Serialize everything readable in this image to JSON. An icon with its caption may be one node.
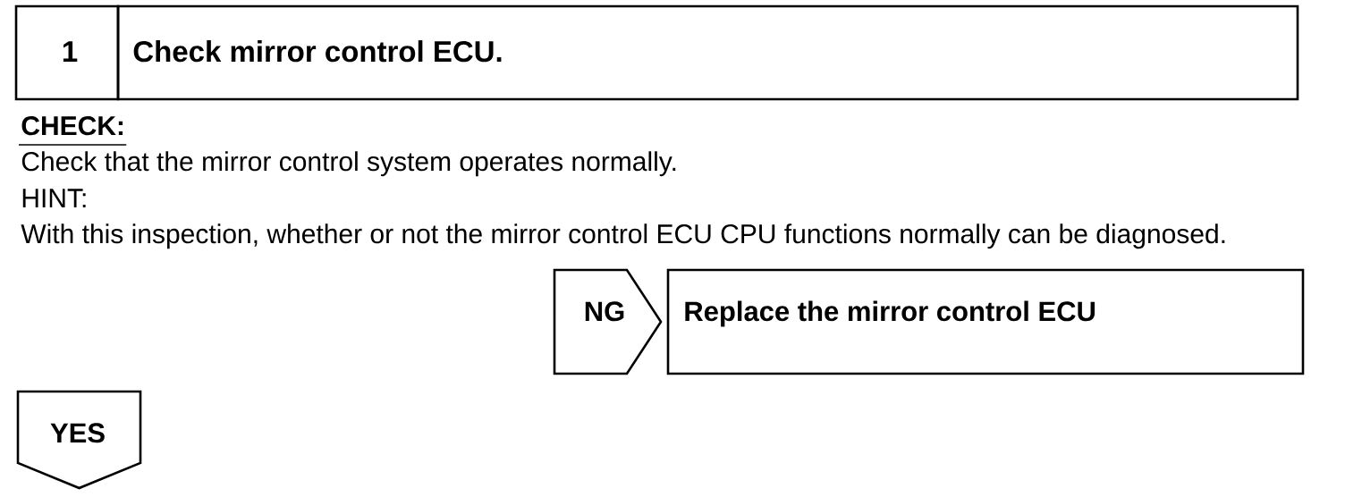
{
  "diagram": {
    "nodes": [
      {
        "text": [
          "1"
        ]
      },
      {
        "text": [
          "Check mirror control ECU."
        ]
      },
      {
        "text": [
          "NG"
        ]
      },
      {
        "text": [
          "Replace the mirror control ECU"
        ]
      },
      {
        "text": [
          "YES"
        ]
      }
    ],
    "labels": [
      "CHECK:",
      "Check that the mirror control system operates normally.",
      "HINT:",
      "With this inspection, whether or not the mirror control ECU CPU functions normally can be diagnosed."
    ]
  }
}
